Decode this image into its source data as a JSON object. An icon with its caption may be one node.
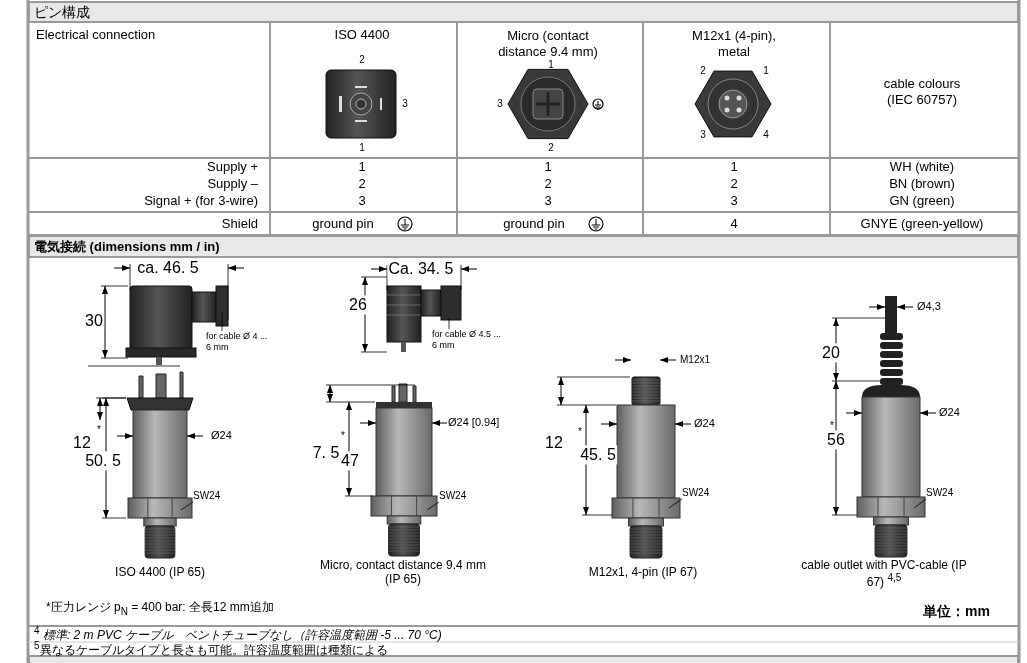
{
  "diagram": {
    "nodes": [
      {
        "text": [
          "SW24"
        ]
      },
      {
        "text": [
          "SW24"
        ]
      },
      {
        "text": [
          "SW24"
        ]
      },
      {
        "text": [
          "SW24"
        ]
      },
      {
        "text": [
          "for cable Ø 4 ... 6 mm"
        ]
      },
      {
        "text": [
          "for cable Ø 4.5 ... 6 mm"
        ]
      }
    ],
    "edges": [
      {
        "from": 0,
        "to": null,
        "arrow": "none"
      },
      {
        "from": 1,
        "to": null,
        "arrow": "none"
      },
      {
        "from": 2,
        "to": null,
        "arrow": "none"
      },
      {
        "from": 3,
        "to": null,
        "arrow": "none"
      },
      {
        "from": 4,
        "to": null,
        "arrow": "none"
      },
      {
        "from": 5,
        "to": null,
        "arrow": "none"
      }
    ],
    "labels": [
      "ピン構成",
      "Electrical connection",
      "ISO 4400",
      "Micro (contact distance 9.4 mm)",
      "M12x1 (4-pin), metal",
      "cable colours (IEC 60757)",
      "2",
      "3",
      "1",
      "1",
      "3",
      "2",
      "2",
      "1",
      "3",
      "4",
      "Supply +",
      "1",
      "1",
      "1",
      "WH (white)",
      "Supply –",
      "2",
      "2",
      "2",
      "BN (brown)",
      "Signal + (for 3-wire)",
      "3",
      "3",
      "3",
      "GN (green)",
      "Shield",
      "ground pin",
      "ground pin",
      "4",
      "GNYE (green-yellow)",
      "電気接続 (dimensions mm / in)",
      "ca. 46. 5",
      "30",
      "*",
      "12",
      "50. 5",
      "Ø24",
      "ISO 4400 (IP 65)",
      "Ca. 34. 5",
      "26",
      "Ø24 [0.94]",
      "*",
      "7. 5",
      "47",
      "Micro, contact distance 9.4 mm (IP 65)",
      "M12x1",
      "Ø24",
      "*",
      "12",
      "45. 5",
      "M12x1, 4-pin (IP 67)",
      "Ø4,3",
      "20",
      "Ø24",
      "*",
      "56",
      "cable outlet with PVC-cable (IP 67) $^{4,5}$",
      "*圧力レンジ p$_{N}$ = 400 bar: 全長12 mm追加",
      "単位：mm",
      "$^{4}$ *標準: 2 m PVC ケーブル　ベントチューブなし（許容温度範囲 -5 ... 70 °C)*",
      "$^{5}$異なるケーブルタイプと長さも可能。許容温度範囲は種類による"
    ]
  }
}
